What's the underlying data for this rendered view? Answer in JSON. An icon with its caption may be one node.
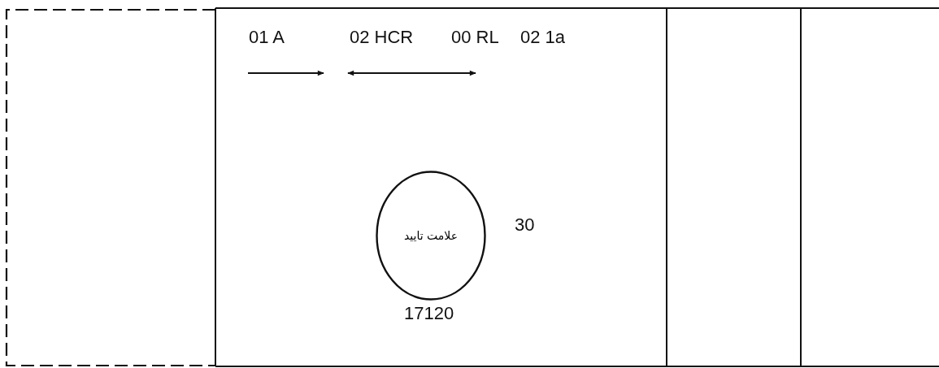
{
  "diagram": {
    "nodes": [
      {
        "text": [
          "علامت تایید"
        ],
        "beside": [
          "30",
          "17120"
        ]
      }
    ],
    "labels": [
      "01 A",
      "02 HCR",
      "00 RL",
      "02 1a"
    ]
  }
}
